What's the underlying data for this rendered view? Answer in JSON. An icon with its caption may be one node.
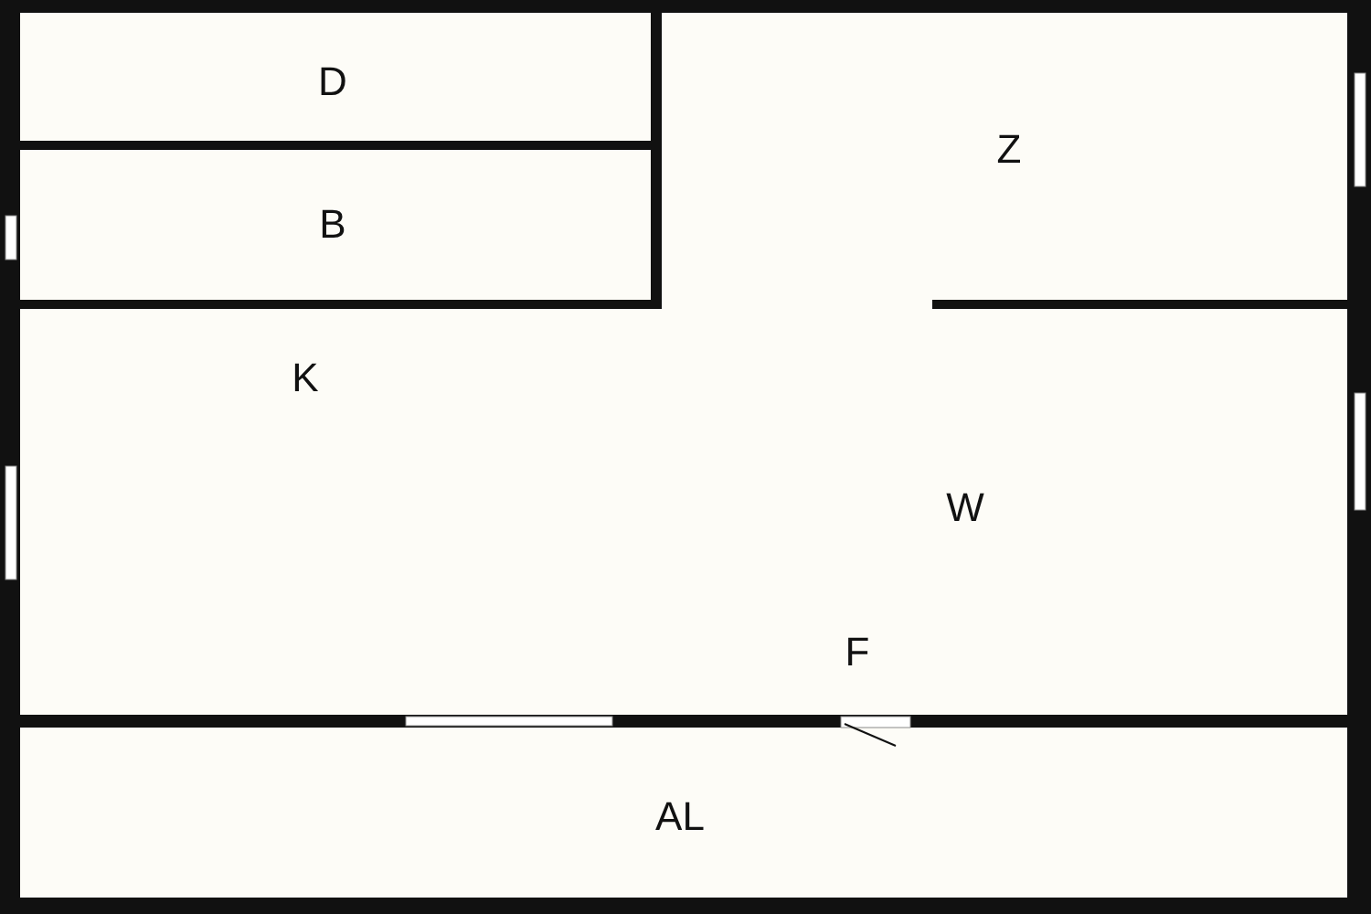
{
  "diagram": {
    "labels": [
      "D",
      "B",
      "Z",
      "K",
      "W",
      "F",
      "AL"
    ]
  }
}
